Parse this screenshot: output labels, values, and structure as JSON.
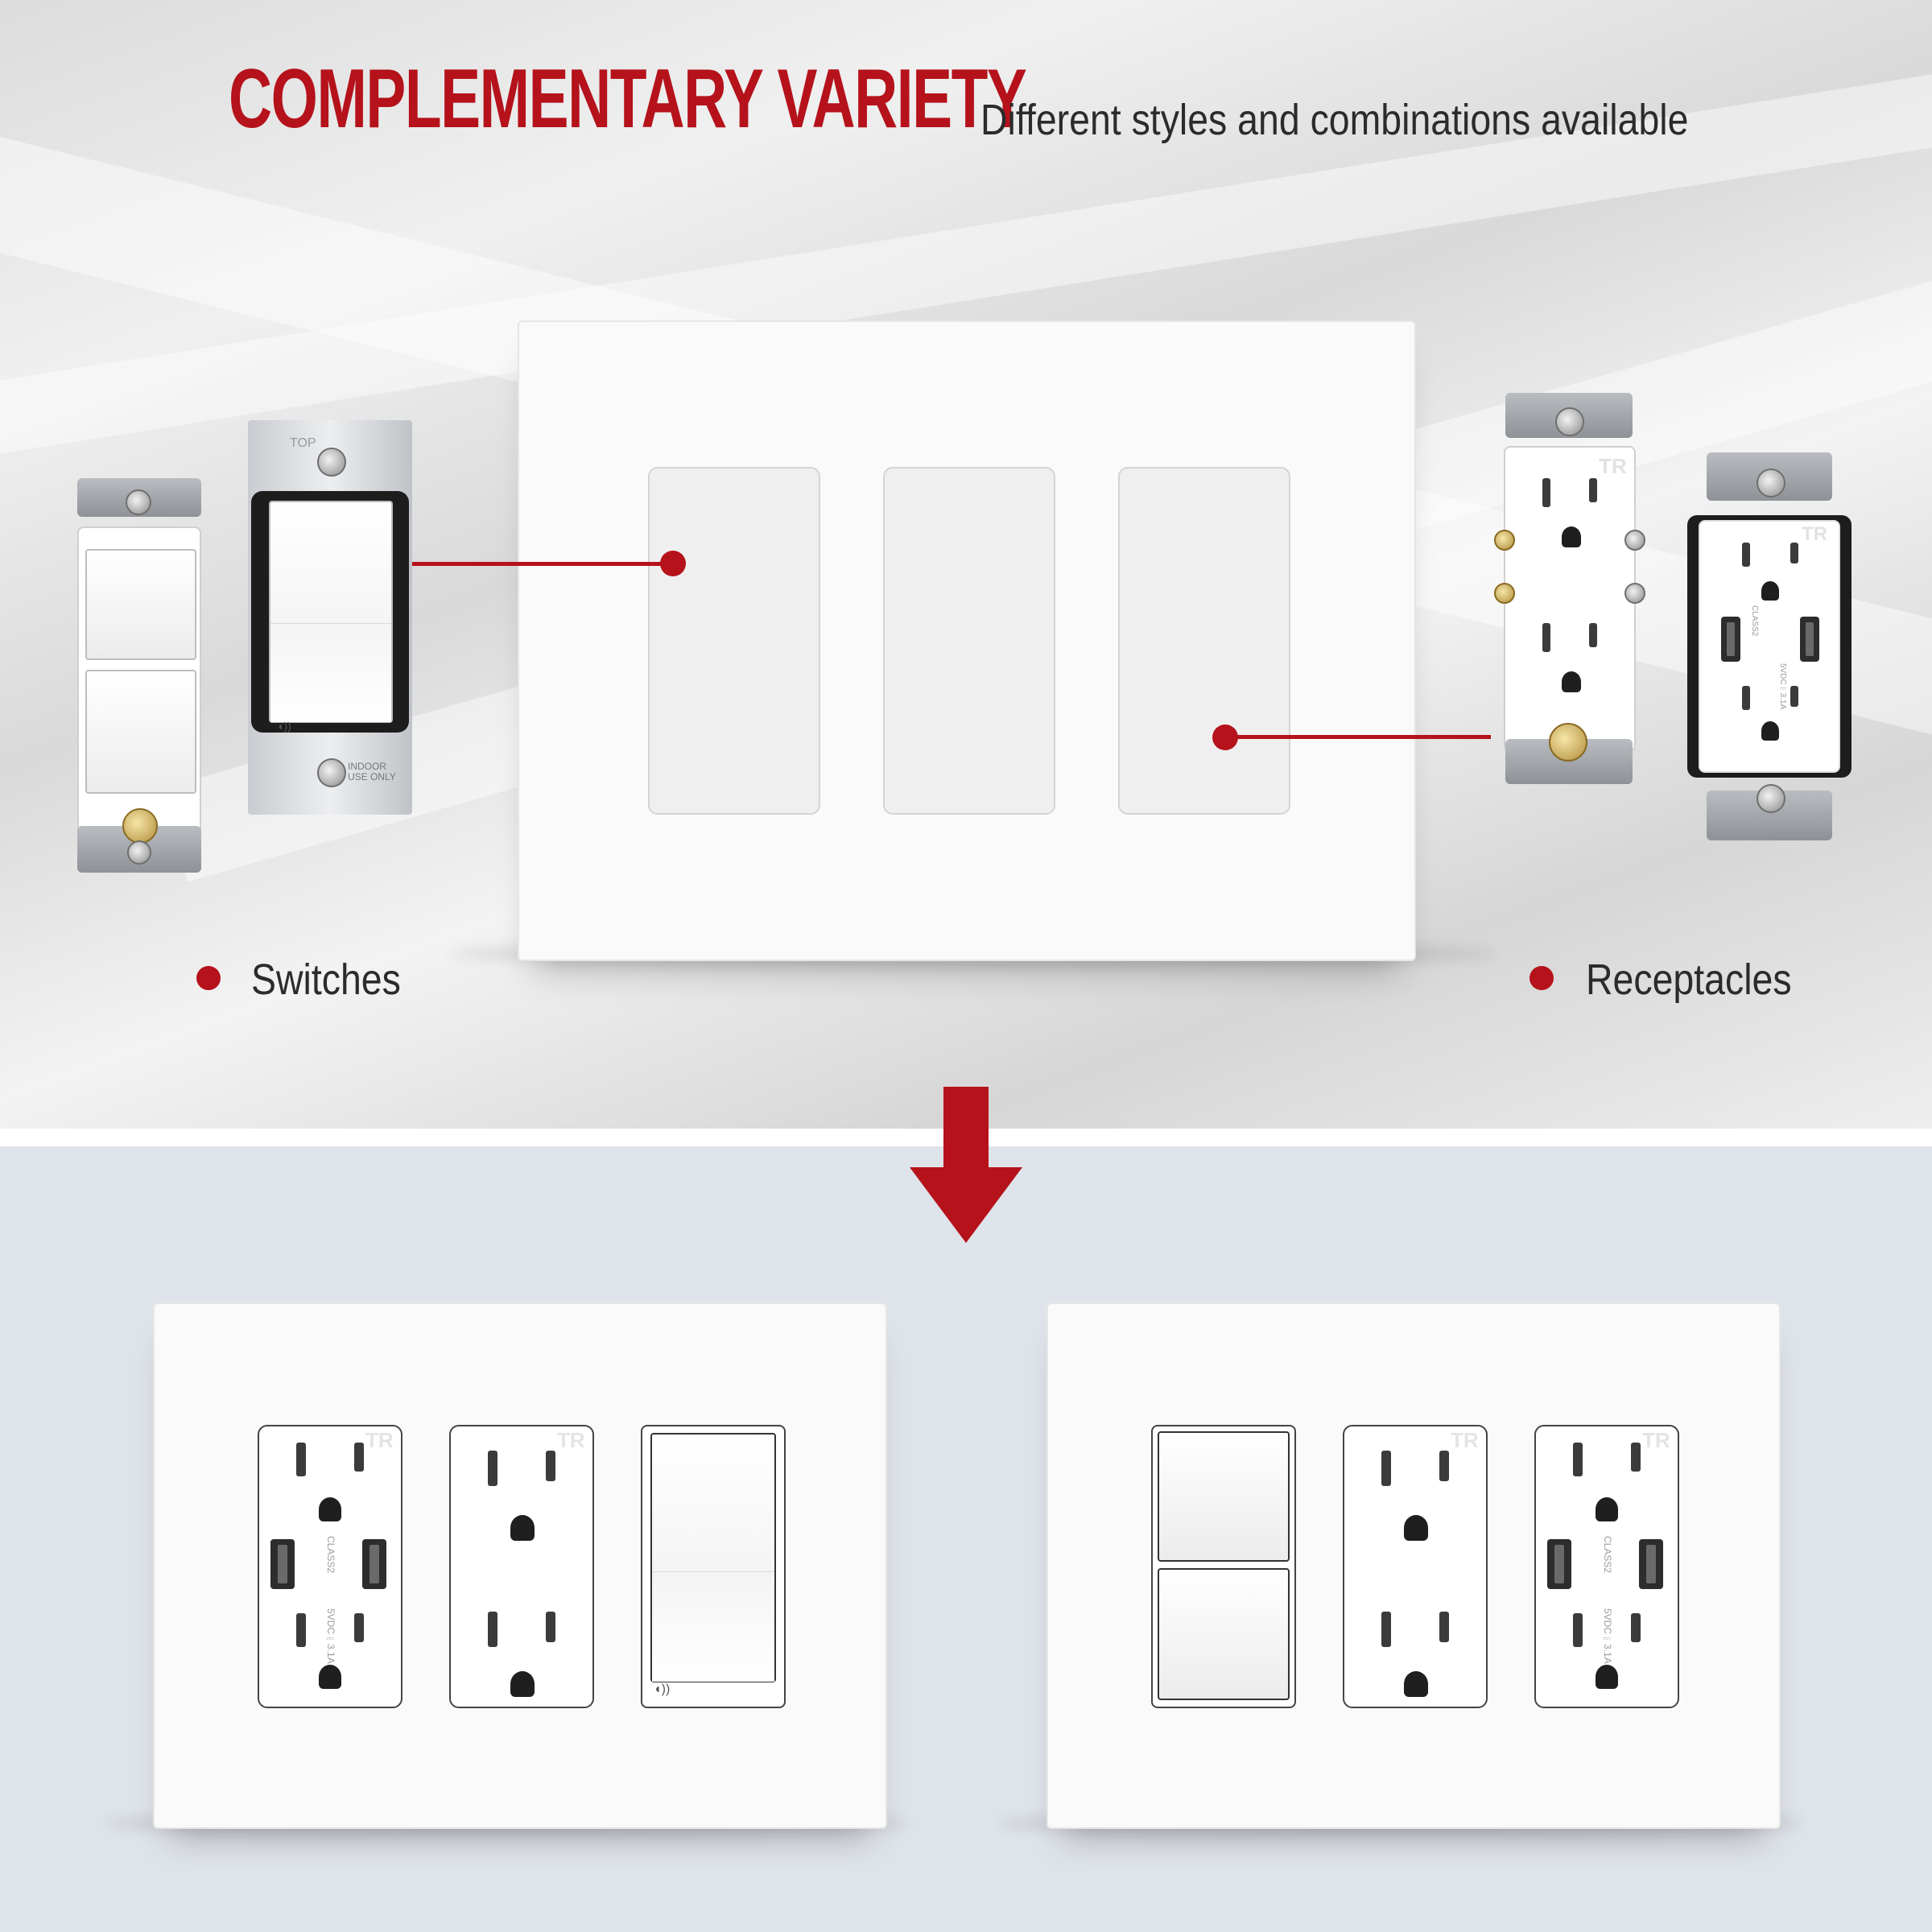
{
  "header": {
    "title": "COMPLEMENTARY  VARIETY",
    "subtitle": "Different styles and combinations available"
  },
  "labels": {
    "switches": "Switches",
    "receptacles": "Receptacles"
  },
  "device_marks": {
    "tr": "TR",
    "top": "TOP",
    "indoor": "INDOOR USE ONLY",
    "usb_class": "CLASS2",
    "usb_rating": "5VDC⎓3.1A"
  },
  "colors": {
    "accent": "#b5121b",
    "text": "#2b2b2b",
    "plate": "#fafafa",
    "bottom_bg": "#dfe3ea"
  },
  "configurations": [
    {
      "openings": [
        "usb-receptacle",
        "receptacle",
        "rocker-switch"
      ]
    },
    {
      "openings": [
        "double-switch",
        "receptacle",
        "usb-receptacle"
      ]
    }
  ]
}
